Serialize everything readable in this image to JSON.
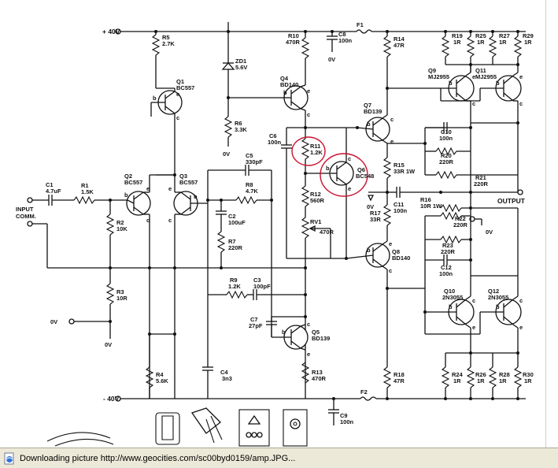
{
  "window": {
    "status_text": "Downloading picture http://www.geocities.com/sc00byd0159/amp.JPG...",
    "status_icon": "ie-page-icon"
  },
  "colors": {
    "ink": "#111111",
    "highlight": "#c8102e",
    "statusbar": "#ece9d8"
  },
  "schematic": {
    "rails": {
      "pos": "+ 40V",
      "neg": "- 40V"
    },
    "nets": {
      "input": "INPUT",
      "comm": "COMM.",
      "output": "OUTPUT",
      "zero": "0V"
    },
    "fuses": {
      "f1": "F1",
      "f2": "F2"
    },
    "parts": {
      "r1": {
        "ref": "R1",
        "val": "1.5K"
      },
      "r2": {
        "ref": "R2",
        "val": "10K"
      },
      "r3": {
        "ref": "R3",
        "val": "10R"
      },
      "r4": {
        "ref": "R4",
        "val": "5.6K"
      },
      "r5": {
        "ref": "R5",
        "val": "2.7K"
      },
      "r6": {
        "ref": "R6",
        "val": "3.3K"
      },
      "r7": {
        "ref": "R7",
        "val": "220R"
      },
      "r8": {
        "ref": "R8",
        "val": "4.7K"
      },
      "r9": {
        "ref": "R9",
        "val": "1.2K"
      },
      "r10": {
        "ref": "R10",
        "val": "470R"
      },
      "r11": {
        "ref": "R11",
        "val": "1.2K"
      },
      "r12": {
        "ref": "R12",
        "val": "560R"
      },
      "r13": {
        "ref": "R13",
        "val": "470R"
      },
      "r14": {
        "ref": "R14",
        "val": "47R"
      },
      "r15": {
        "ref": "R15",
        "val": "33R 1W"
      },
      "r16": {
        "ref": "R16",
        "val": "10R  1W"
      },
      "r17": {
        "ref": "R17",
        "val": "33R"
      },
      "r18": {
        "ref": "R18",
        "val": "47R"
      },
      "r19": {
        "ref": "R19",
        "val": "1R"
      },
      "r20": {
        "ref": "R20",
        "val": "220R"
      },
      "r21": {
        "ref": "R21",
        "val": "220R"
      },
      "r22": {
        "ref": "R22",
        "val": "220R"
      },
      "r23": {
        "ref": "R23",
        "val": "220R"
      },
      "r24": {
        "ref": "R24",
        "val": "1R"
      },
      "r25": {
        "ref": "R25",
        "val": "1R"
      },
      "r26": {
        "ref": "R26",
        "val": "1R"
      },
      "r27": {
        "ref": "R27",
        "val": "1R"
      },
      "r28": {
        "ref": "R28",
        "val": "1R"
      },
      "r29": {
        "ref": "R29",
        "val": "1R"
      },
      "r30": {
        "ref": "R30",
        "val": "1R"
      },
      "rv1": {
        "ref": "RV1",
        "val": "470R"
      },
      "c1": {
        "ref": "C1",
        "val": "4.7uF"
      },
      "c2": {
        "ref": "C2",
        "val": "100uF"
      },
      "c3": {
        "ref": "C3",
        "val": "100pF"
      },
      "c4": {
        "ref": "C4",
        "val": "3n3"
      },
      "c5": {
        "ref": "C5",
        "val": "330pF"
      },
      "c6": {
        "ref": "C6",
        "val": "100n"
      },
      "c7": {
        "ref": "C7",
        "val": "27pF"
      },
      "c8": {
        "ref": "C8",
        "val": "100n"
      },
      "c9": {
        "ref": "C9",
        "val": "100n"
      },
      "c10": {
        "ref": "C10",
        "val": "100n"
      },
      "c11": {
        "ref": "C11",
        "val": "100n"
      },
      "c12": {
        "ref": "C12",
        "val": "100n"
      },
      "zd1": {
        "ref": "ZD1",
        "val": "5.6V"
      },
      "q1": {
        "ref": "Q1",
        "val": "BC557"
      },
      "q2": {
        "ref": "Q2",
        "val": "BC557"
      },
      "q3": {
        "ref": "Q3",
        "val": "BC557"
      },
      "q4": {
        "ref": "Q4",
        "val": "BD140"
      },
      "q5": {
        "ref": "Q5",
        "val": "BD139"
      },
      "q6": {
        "ref": "Q6",
        "val": "BC548"
      },
      "q7": {
        "ref": "Q7",
        "val": "BD139"
      },
      "q8": {
        "ref": "Q8",
        "val": "BD140"
      },
      "q9": {
        "ref": "Q9",
        "val": "MJ2955"
      },
      "q10": {
        "ref": "Q10",
        "val": "2N3055"
      },
      "q11": {
        "ref": "Q11",
        "val": "MJ2955"
      },
      "q12": {
        "ref": "Q12",
        "val": "2N3055"
      }
    },
    "pins": {
      "b": "b",
      "c": "c",
      "e": "e"
    }
  }
}
